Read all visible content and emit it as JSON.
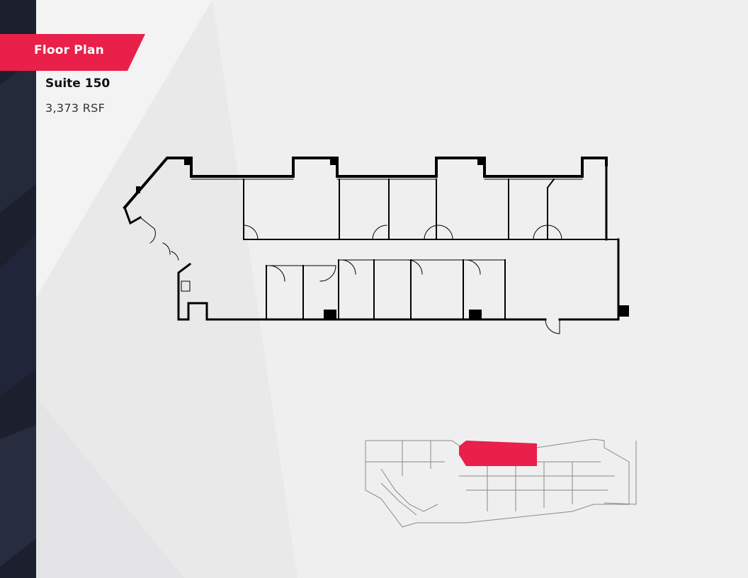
{
  "banner": {
    "label": "Floor Plan"
  },
  "suite": {
    "name": "Suite 150",
    "area": "3,373 RSF"
  },
  "colors": {
    "accent": "#e8204a",
    "band": "#1b1f2e",
    "wall": "#000000",
    "background": "#ededee"
  }
}
